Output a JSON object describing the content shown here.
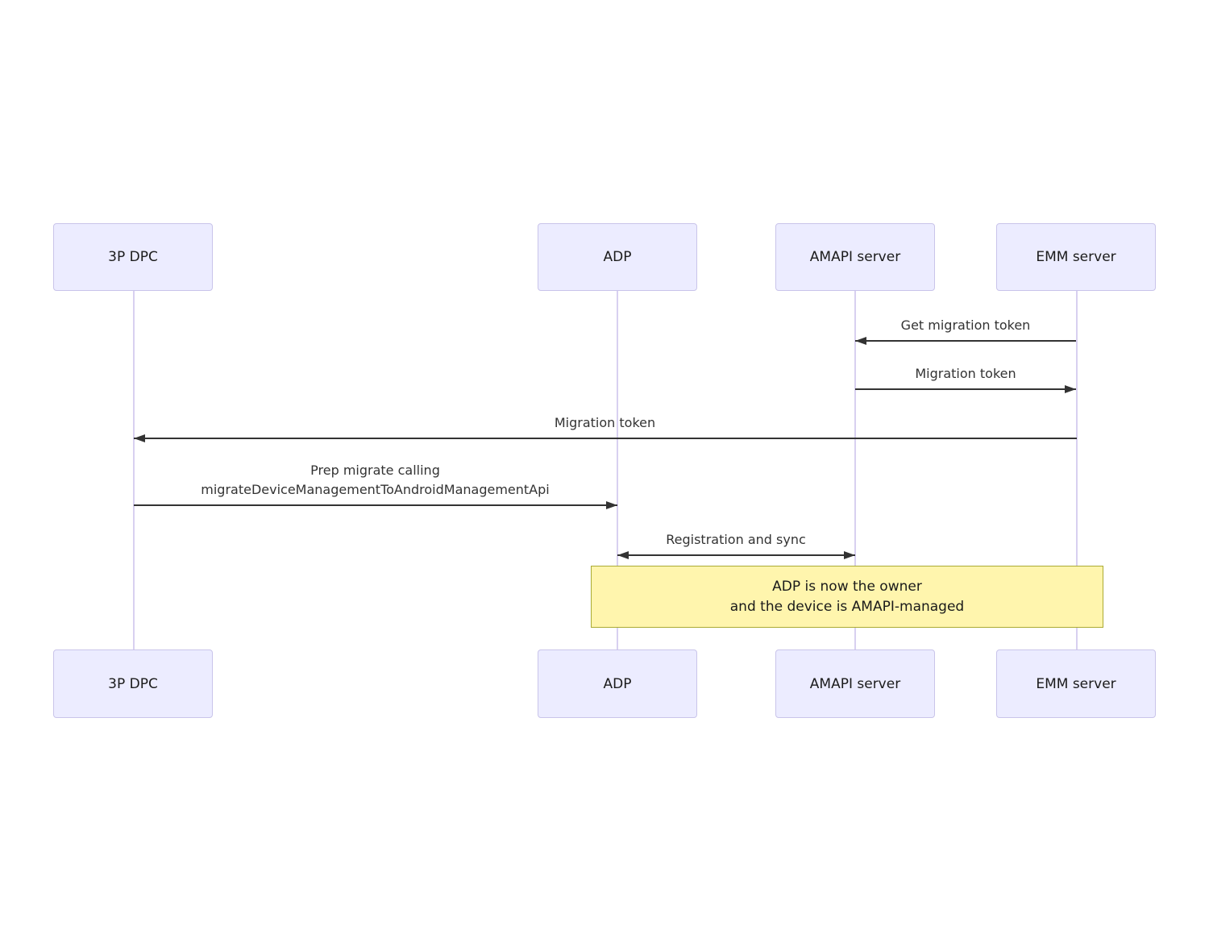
{
  "diagram": {
    "type": "sequence-diagram",
    "actors": [
      {
        "name": "3P DPC"
      },
      {
        "name": "ADP"
      },
      {
        "name": "AMAPI server"
      },
      {
        "name": "EMM server"
      }
    ],
    "messages": [
      {
        "from": "EMM server",
        "to": "AMAPI server",
        "direction": "left",
        "lines": [
          "Get migration token"
        ]
      },
      {
        "from": "AMAPI server",
        "to": "EMM server",
        "direction": "right",
        "lines": [
          "Migration token"
        ]
      },
      {
        "from": "EMM server",
        "to": "3P DPC",
        "direction": "left",
        "lines": [
          "Migration token"
        ]
      },
      {
        "from": "3P DPC",
        "to": "ADP",
        "direction": "right",
        "lines": [
          "Prep migrate calling",
          "migrateDeviceManagementToAndroidManagementApi"
        ]
      },
      {
        "from": "ADP",
        "to": "AMAPI server",
        "direction": "both",
        "lines": [
          "Registration and sync"
        ]
      }
    ],
    "note": {
      "lines": [
        "ADP is now the owner",
        "and the device is AMAPI-managed"
      ]
    },
    "colors": {
      "actor_fill": "#ECECFF",
      "actor_border": "#C9C4EA",
      "lifeline": "#D8D0F0",
      "arrow": "#333333",
      "message_text": "#333333",
      "note_fill": "#FFF5AD",
      "note_border": "#AAAA33"
    }
  }
}
